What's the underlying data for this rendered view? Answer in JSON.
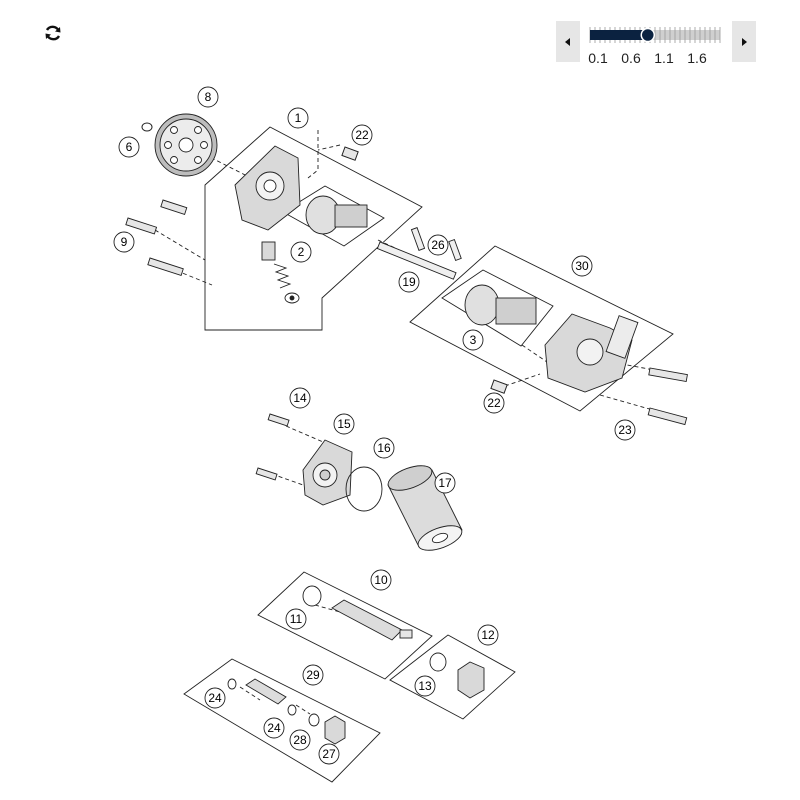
{
  "toolbar": {
    "refresh_icon": "refresh-icon"
  },
  "zoom": {
    "prev_icon": "triangle-left-icon",
    "next_icon": "triangle-right-icon",
    "tick_labels": [
      "0.1",
      "0.6",
      "1.1",
      "1.6"
    ],
    "value": 0.9,
    "min": 0.1,
    "max": 1.9,
    "fill_color": "#0b2240",
    "track_color": "#cfcfcf"
  },
  "callouts": [
    {
      "id": "c1",
      "label": "1"
    },
    {
      "id": "c2",
      "label": "2"
    },
    {
      "id": "c3",
      "label": "3"
    },
    {
      "id": "c6",
      "label": "6"
    },
    {
      "id": "c8",
      "label": "8"
    },
    {
      "id": "c9",
      "label": "9"
    },
    {
      "id": "c10",
      "label": "10"
    },
    {
      "id": "c11",
      "label": "11"
    },
    {
      "id": "c12",
      "label": "12"
    },
    {
      "id": "c13",
      "label": "13"
    },
    {
      "id": "c14",
      "label": "14"
    },
    {
      "id": "c15",
      "label": "15"
    },
    {
      "id": "c16",
      "label": "16"
    },
    {
      "id": "c17",
      "label": "17"
    },
    {
      "id": "c19",
      "label": "19"
    },
    {
      "id": "c22a",
      "label": "22"
    },
    {
      "id": "c22b",
      "label": "22"
    },
    {
      "id": "c23",
      "label": "23"
    },
    {
      "id": "c24a",
      "label": "24"
    },
    {
      "id": "c24b",
      "label": "24"
    },
    {
      "id": "c26",
      "label": "26"
    },
    {
      "id": "c27",
      "label": "27"
    },
    {
      "id": "c28",
      "label": "28"
    },
    {
      "id": "c29",
      "label": "29"
    },
    {
      "id": "c30",
      "label": "30"
    }
  ]
}
